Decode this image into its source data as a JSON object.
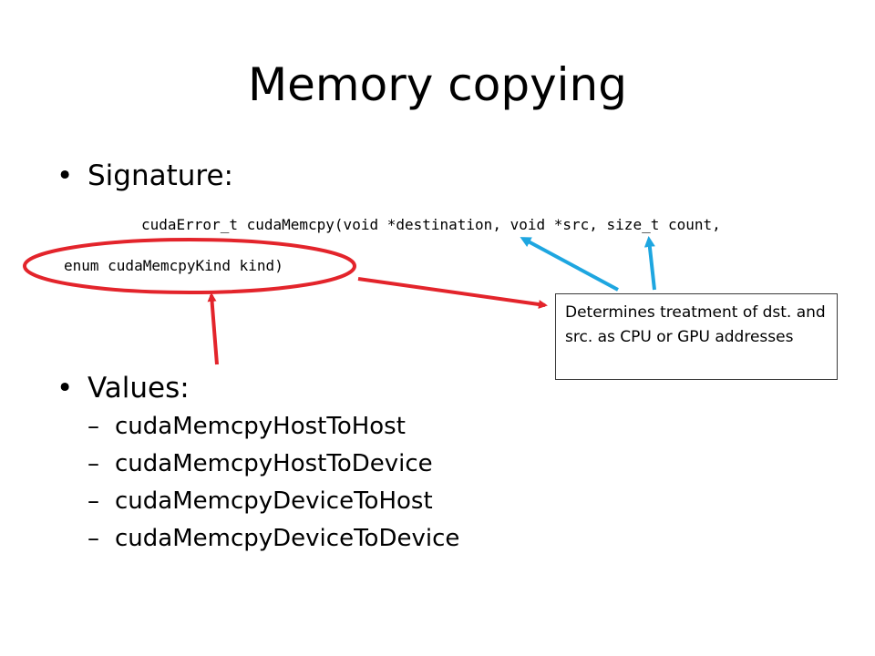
{
  "slide": {
    "title": "Memory copying",
    "signature_heading": "Signature:",
    "signature_line1": "cudaError_t cudaMemcpy(void *destination, void *src, size_t count,",
    "signature_line2": "enum cudaMemcpyKind kind)",
    "values_heading": "Values:",
    "values": [
      "cudaMemcpyHostToHost",
      "cudaMemcpyHostToDevice",
      "cudaMemcpyDeviceToHost",
      "cudaMemcpyDeviceToDevice"
    ],
    "callout_text": "Determines treatment of dst. and src. as CPU or GPU addresses",
    "bullet_glyph": "•",
    "dash_glyph": "–"
  },
  "colors": {
    "highlight_ellipse": "#e3242b",
    "red_arrow": "#e3242b",
    "blue_arrow": "#1ea6e0",
    "callout_border": "#3a3a3a"
  },
  "icons": {
    "ellipse": "highlight-ellipse",
    "red_arrows": "arrow-icon",
    "blue_arrows": "arrow-icon"
  }
}
